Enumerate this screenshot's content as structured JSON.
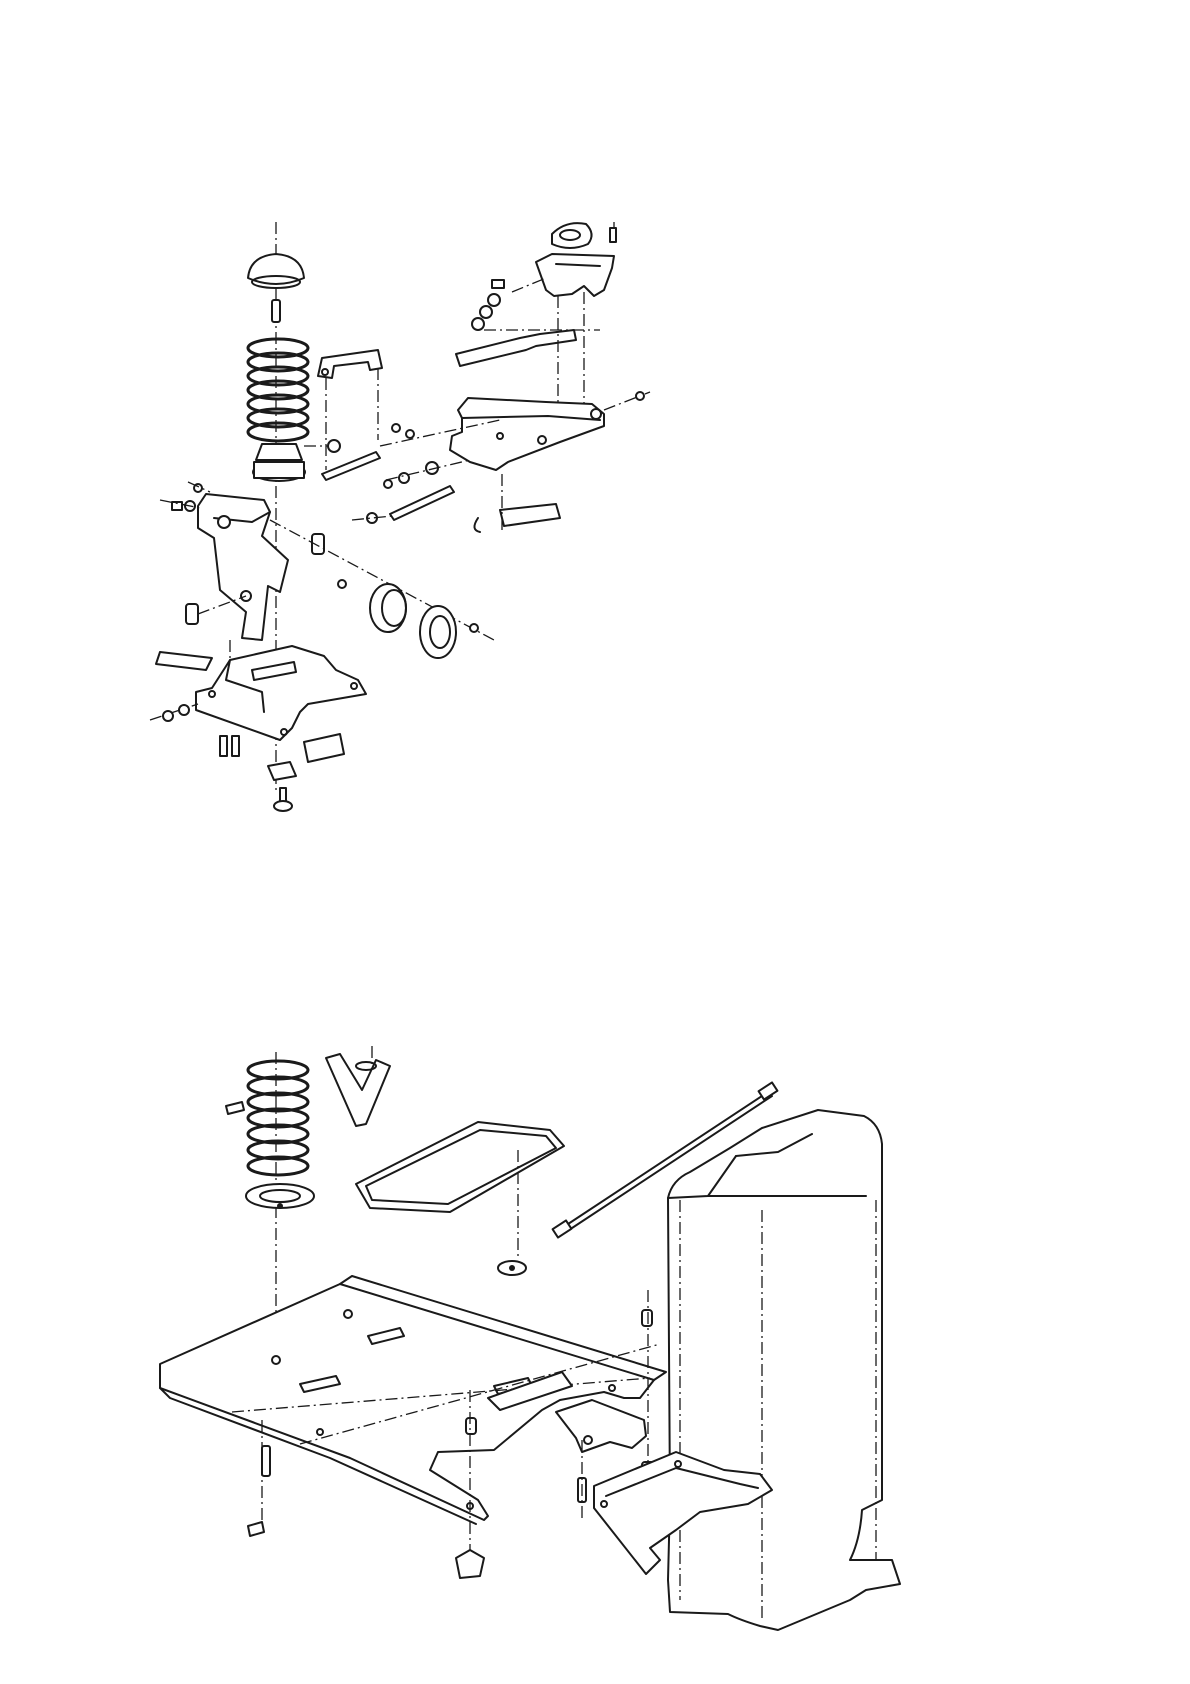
{
  "page": {
    "background": "#ffffff",
    "ink": "#1a1a1a"
  },
  "figures": [
    {
      "id": "upper",
      "kind": "exploded-assembly",
      "labels": []
    },
    {
      "id": "lower",
      "kind": "exploded-assembly",
      "labels": []
    }
  ],
  "icons": [
    "spring-part",
    "cap-part",
    "bracket-part",
    "plate-part",
    "pedestal-part",
    "fastener-part"
  ]
}
